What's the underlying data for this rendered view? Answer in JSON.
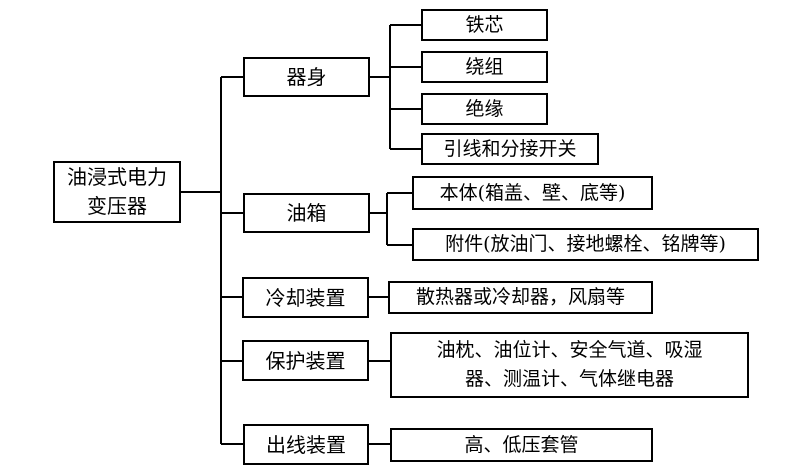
{
  "diagram": {
    "root": {
      "label": "油浸式电力变压器",
      "line1": "油浸式电力",
      "line2": "变压器"
    },
    "branches": [
      {
        "label": "器身",
        "leaves": [
          "铁芯",
          "绕组",
          "绝缘",
          "引线和分接开关"
        ]
      },
      {
        "label": "油箱",
        "leaves": [
          "本体(箱盖、壁、底等)",
          "附件(放油门、接地螺栓、铭牌等)"
        ]
      },
      {
        "label": "冷却装置",
        "leaves": [
          "散热器或冷却器，风扇等"
        ]
      },
      {
        "label": "保护装置",
        "leaves": [
          "油枕、油位计、安全气道、吸湿器、测温计、气体继电器"
        ],
        "leaf_line1": "油枕、油位计、安全气道、吸湿",
        "leaf_line2": "器、测温计、气体继电器"
      },
      {
        "label": "出线装置",
        "leaves": [
          "高、低压套管"
        ]
      }
    ],
    "colors": {
      "line": "#000000",
      "box_border": "#000000",
      "text": "#000000",
      "background": "#ffffff"
    }
  }
}
